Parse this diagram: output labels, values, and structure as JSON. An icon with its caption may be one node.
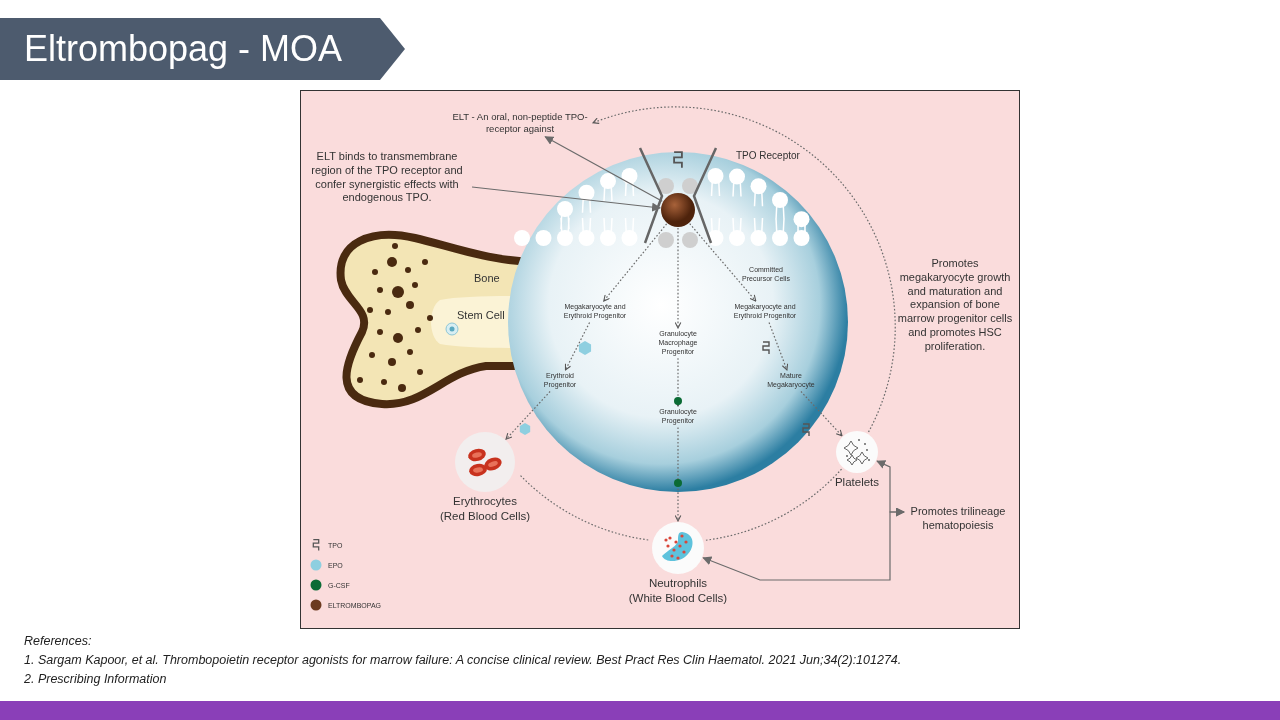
{
  "diagram": {
    "title": "Eltrombopag - MOA",
    "nodes": [
      {
        "text": [
          "ELT - An oral, non-peptide TPO-receptor against"
        ]
      },
      {
        "text": [
          "ELT binds to transmembrane region of the TPO receptor and confer synergistic effects with endogenous TPO."
        ]
      },
      {
        "text": [],
        "shape": "circle",
        "in": 3
      },
      {
        "text": [],
        "shape": "circle"
      },
      {
        "text": [
          "Megakaryocyte and Erythroid Progenitor"
        ],
        "in": 3
      },
      {
        "text": [
          "Granulocyte Macrophage Progenitor"
        ],
        "in": 3
      },
      {
        "text": [
          "Megakaryocyte and Erythroid Progenitor"
        ],
        "in": 3
      },
      {
        "text": [
          "Erythroid Progenitor"
        ],
        "in": 3
      },
      {
        "text": [
          "Granulocyte Progenitor"
        ],
        "in": 3
      },
      {
        "text": [
          "Mature Megakaryocyte"
        ],
        "in": 3
      },
      {
        "text": [
          "Erythrocytes",
          "(Red Blood Cells)"
        ]
      },
      {
        "text": [
          "Neutrophils",
          "(White Blood Cells)"
        ]
      },
      {
        "text": [
          "Platelets"
        ]
      },
      {
        "text": [
          "Promotes trilineage hematopoiesis"
        ]
      }
    ],
    "edges": [
      {
        "from": 1,
        "to": 2,
        "arrow": "to"
      },
      {
        "from": 2,
        "to": 0,
        "arrow": "to"
      },
      {
        "from": 2,
        "to": 4,
        "arrow": "to",
        "style": "dashed"
      },
      {
        "from": 2,
        "to": 5,
        "arrow": "to",
        "style": "dashed"
      },
      {
        "from": 2,
        "to": 6,
        "arrow": "to",
        "style": "dashed"
      },
      {
        "from": 4,
        "to": 7,
        "arrow": "to",
        "style": "dashed"
      },
      {
        "from": 5,
        "to": 8,
        "arrow": "to",
        "style": "dashed"
      },
      {
        "from": 6,
        "to": 9,
        "arrow": "to",
        "style": "dashed"
      },
      {
        "from": 7,
        "to": 10,
        "arrow": "to",
        "style": "dashed"
      },
      {
        "from": 8,
        "to": 11,
        "arrow": "to",
        "style": "dashed"
      },
      {
        "from": 9,
        "to": 12,
        "arrow": "to",
        "style": "dashed"
      },
      {
        "from": 10,
        "to": 11,
        "arrow": "none",
        "style": "dashed"
      },
      {
        "from": 11,
        "to": 12,
        "arrow": "none",
        "style": "dashed"
      },
      {
        "from": 12,
        "to": 0,
        "arrow": "to",
        "style": "dashed"
      },
      {
        "from": 13,
        "to": 12,
        "arrow": "both"
      },
      {
        "from": 13,
        "to": 11,
        "arrow": "both"
      }
    ],
    "labels": [
      "TPO Receptor",
      "Bone",
      "Stem Cell",
      "Committed Precursor Cells",
      "Promotes megakaryocyte growth and maturation and expansion of bone marrow progenitor cells and promotes HSC proliferation.",
      "References:",
      "1.  Sargam Kapoor, et al. Thrombopoietin receptor agonists for marrow failure: A concise clinical review. Best Pract Res Clin Haematol. 2021 Jun;34(2):101274.",
      "2.  Prescribing Information"
    ],
    "legend": [
      {
        "text": "TPO"
      },
      {
        "text": "EPO",
        "color": "#8ecfe0"
      },
      {
        "text": "G-CSF",
        "color": "#0b6b35"
      },
      {
        "text": "ELTROMBOPAG",
        "color": "#6b3a1f"
      }
    ]
  }
}
